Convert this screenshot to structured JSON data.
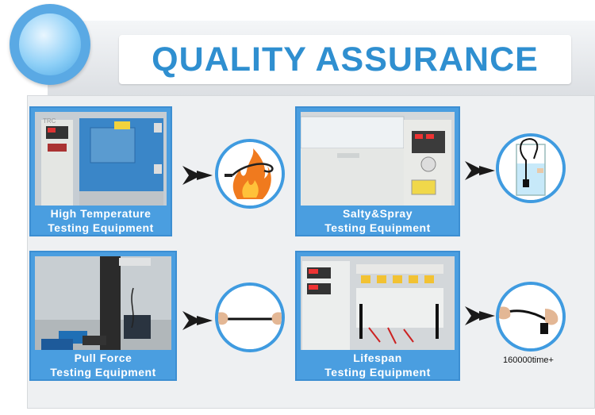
{
  "banner": {
    "title": "QUALITY ASSURANCE"
  },
  "cards": [
    {
      "line1": "High Temperature",
      "line2": "Testing Equipment"
    },
    {
      "line1": "Salty&Spray",
      "line2": "Testing Equipment"
    },
    {
      "line1": "Pull Force",
      "line2": "Testing Equipment"
    },
    {
      "line1": "Lifespan",
      "line2": "Testing Equipment"
    }
  ],
  "lifespan_note": "160000time+",
  "photo_labels": {
    "oven_badge": "TRC"
  },
  "colors": {
    "accent": "#2f8fd0",
    "card": "#4a9ee0",
    "ring": "#3f9be0",
    "flame": "#f07a1e"
  }
}
